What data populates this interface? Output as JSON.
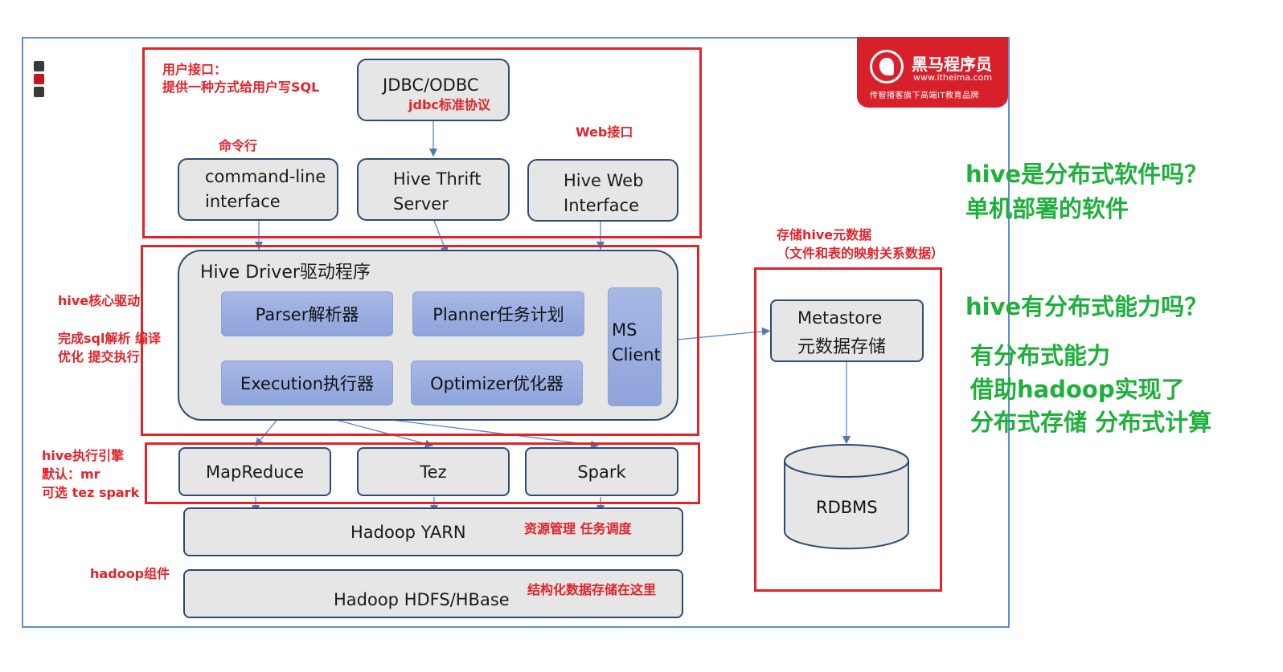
{
  "logo": {
    "brand": "黑马程序员",
    "url": "www.itheima.com",
    "slogan": "传智播客旗下高端IT教育品牌"
  },
  "user_interface": {
    "label_line1": "用户接口：",
    "label_line2": "提供一种方式给用户写SQL",
    "jdbc_box": "JDBC/ODBC",
    "jdbc_note": "jdbc标准协议",
    "cli_note": "命令行",
    "web_note": "Web接口",
    "cli_line1": "command-line",
    "cli_line2": "interface",
    "thrift_line1": "Hive Thrift",
    "thrift_line2": "Server",
    "web_line1": "Hive Web",
    "web_line2": "Interface"
  },
  "driver": {
    "label": "hive核心驱动",
    "desc_line1": "完成sql解析 编译",
    "desc_line2": "优化 提交执行",
    "title": "Hive Driver驱动程序",
    "parser": "Parser解析器",
    "planner": "Planner任务计划",
    "execution": "Execution执行器",
    "optimizer": "Optimizer优化器",
    "ms_line1": "MS",
    "ms_line2": "Client"
  },
  "engine": {
    "label_line1": "hive执行引擎",
    "label_line2": "默认：mr",
    "label_line3": "可选 tez spark",
    "mapreduce": "MapReduce",
    "tez": "Tez",
    "spark": "Spark"
  },
  "hadoop": {
    "label": "hadoop组件",
    "yarn": "Hadoop YARN",
    "yarn_note": "资源管理 任务调度",
    "hdfs": "Hadoop HDFS/HBase",
    "hdfs_note": "结构化数据存储在这里"
  },
  "metastore": {
    "label_line1": "存储hive元数据",
    "label_line2": "（文件和表的映射关系数据）",
    "box_line1": "Metastore",
    "box_line2": "元数据存储",
    "rdbms": "RDBMS"
  },
  "questions": {
    "q1_line1": "hive是分布式软件吗？",
    "q1_line2": "单机部署的软件",
    "q2": "hive有分布式能力吗？",
    "a2_line1": "有分布式能力",
    "a2_line2": "借助hadoop实现了",
    "a2_line3": "分布式存储 分布式计算"
  },
  "colors": {
    "red": "#e1232a",
    "green": "#1fb03c",
    "frame_blue": "#5b8ed6",
    "box_border": "#2f4a74",
    "inner_fill": "#9aafe2"
  }
}
